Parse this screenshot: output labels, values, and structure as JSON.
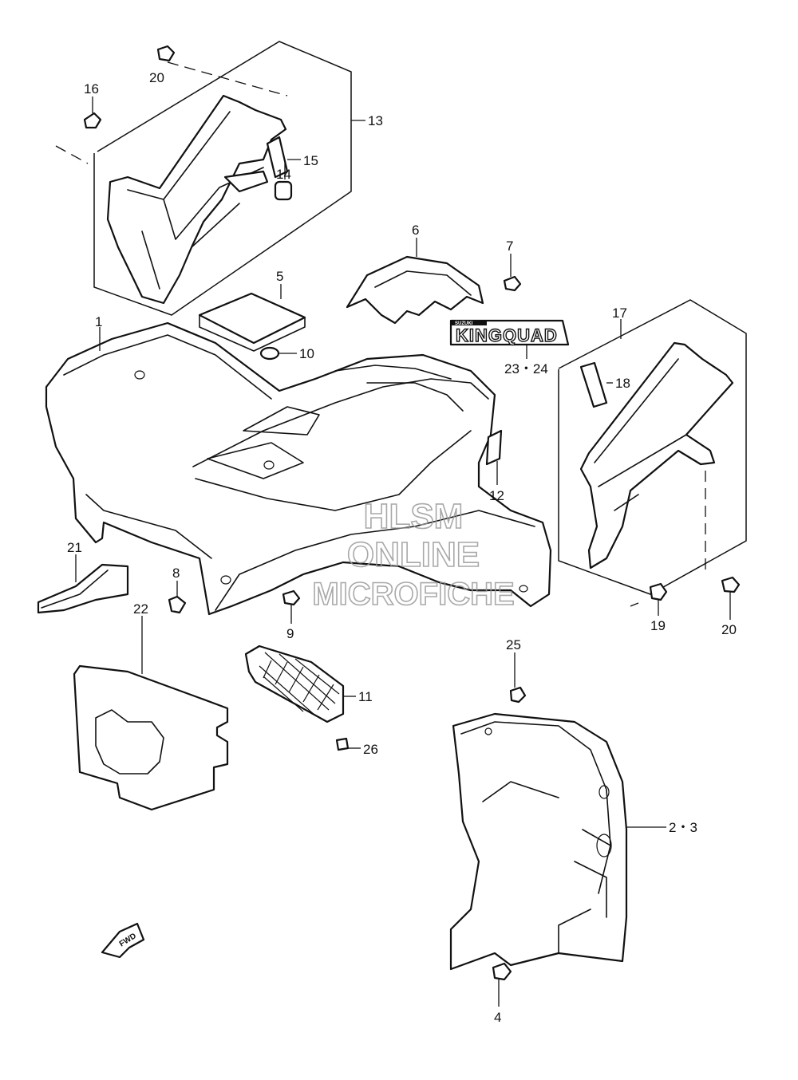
{
  "labels": {
    "p1": "1",
    "p2_3": "2・3",
    "p4": "4",
    "p5": "5",
    "p6": "6",
    "p7": "7",
    "p8": "8",
    "p9": "9",
    "p10": "10",
    "p11": "11",
    "p12": "12",
    "p13": "13",
    "p14": "14",
    "p15": "15",
    "p16": "16",
    "p17": "17",
    "p18": "18",
    "p19": "19",
    "p20a": "20",
    "p20b": "20",
    "p21": "21",
    "p22": "22",
    "p23_24": "23・24",
    "p25": "25",
    "p26": "26"
  },
  "decal": {
    "brand": "SUZUKI",
    "model": "KINGQUAD"
  },
  "fwd_arrow": {
    "text": "FWD"
  },
  "watermark": {
    "line1": "HLSM",
    "line2": "ONLINE",
    "line3": "MICROFICHE"
  }
}
